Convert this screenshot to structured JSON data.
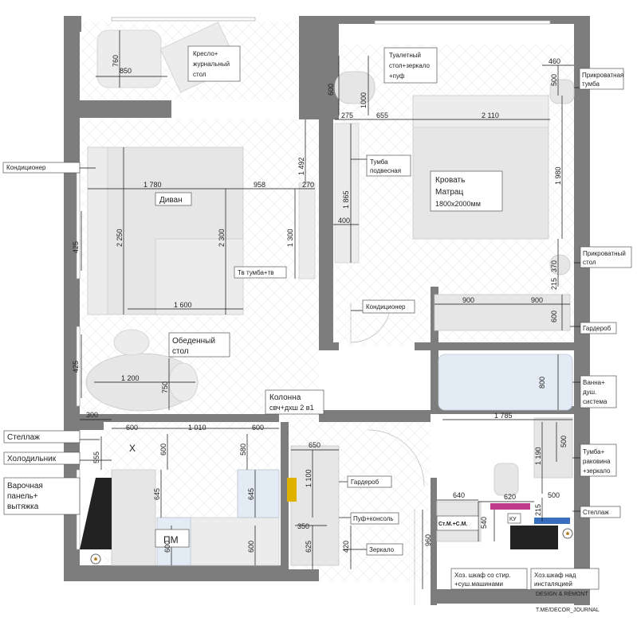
{
  "labels": {
    "armchair": [
      "Кресло+",
      "журнальный",
      "стол"
    ],
    "toilet_table": [
      "Туалетный",
      "стол+зеркало",
      "+пуф"
    ],
    "bedside_top": [
      "Прикроватная",
      "тумба"
    ],
    "hanging_cabinet": [
      "Тумба",
      "подвесная"
    ],
    "bed": [
      "Кровать",
      "Матрац",
      "1800х2000мм"
    ],
    "air_cond_left": "Кондиционер",
    "sofa": "Диван",
    "tv": "Тв тумба+тв",
    "bedside_table": [
      "Прикроватный",
      "стол"
    ],
    "air_cond_bed": "Кондиционер",
    "wardrobe_bed": "Гардероб",
    "dining": [
      "Обеденный",
      "стол"
    ],
    "column": [
      "Колонна",
      "свч+дхш 2 в1"
    ],
    "bath": [
      "Ванна+",
      "душ.",
      "система"
    ],
    "shelf_left": "Стеллаж",
    "fridge": "Холодильник",
    "hob": [
      "Варочная",
      "панель+",
      "вытяжка"
    ],
    "wardrobe_hall": "Гардероб",
    "sink": [
      "Тумба+",
      "раковина",
      "+зеркало"
    ],
    "shelf_right": "Стеллаж",
    "pouf": "Пуф+консоль",
    "mirror": "Зеркало",
    "laundry": [
      "Хоз. шкаф со стир.",
      "+суш.машинами"
    ],
    "utility": [
      "Хоз.шкаф над",
      "инсталяцией"
    ],
    "dishwasher": "ПМ",
    "cross": "X",
    "washer": "Ст.М.+С.М.",
    "ku": "КУ",
    "watermark1": "DESIGN & REMONT",
    "watermark2": "T.ME/DECOR_JOURNAL"
  },
  "dimensions": {
    "d760": "760",
    "d850": "850",
    "d600a": "600",
    "d1000": "1000",
    "d460": "460",
    "d500a": "500",
    "d275": "275",
    "d655": "655",
    "d2110": "2 110",
    "d1492": "1 492",
    "d1780": "1 780",
    "d958": "958",
    "d270": "270",
    "d1865": "1 865",
    "d1980": "1 980",
    "d2250": "2 250",
    "d2300": "2 300",
    "d1300": "1 300",
    "d400": "400",
    "d425a": "425",
    "d370": "370",
    "d215a": "215",
    "d1600": "1 600",
    "d900a": "900",
    "d900b": "900",
    "d600b": "600",
    "d425b": "425",
    "d1200": "1 200",
    "d750": "750",
    "d1785": "1 785",
    "d800": "800",
    "d300": "300",
    "d600c": "600",
    "d1010": "1 010",
    "d600d": "600",
    "d650": "650",
    "d555": "555",
    "d600e": "600",
    "d580": "580",
    "d1100": "1 100",
    "d500b": "500",
    "d1190": "1 190",
    "d645a": "645",
    "d645b": "645",
    "d620": "620",
    "d640": "640",
    "d500c": "500",
    "d540": "540",
    "d215b": "215",
    "d350": "350",
    "d625": "625",
    "d420": "420",
    "d960": "960",
    "d600f": "600",
    "d600g": "600"
  }
}
